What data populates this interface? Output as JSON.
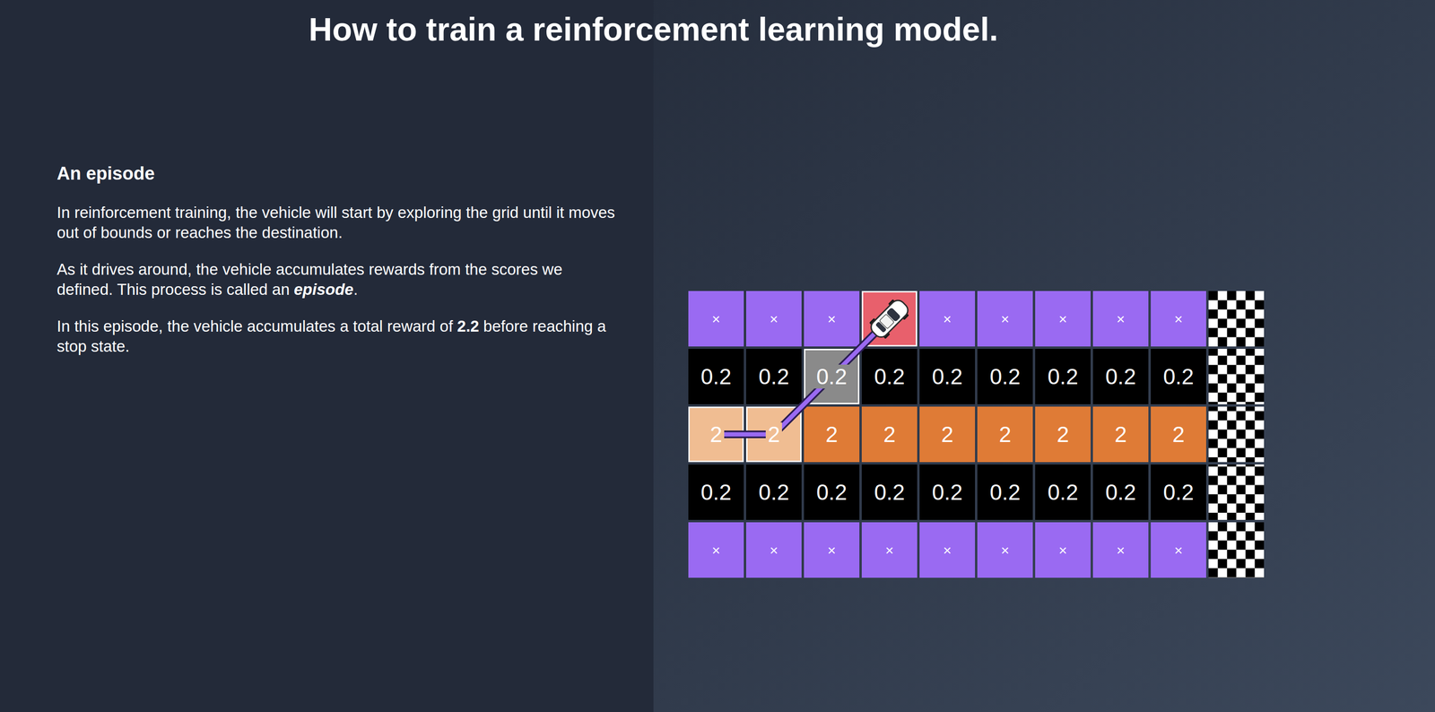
{
  "diagram": {
    "title": "How to train a reinforcement learning model.",
    "nodes": [
      {
        "text": [
          "×"
        ]
      },
      {
        "text": [
          "×"
        ]
      },
      {
        "text": [
          "×"
        ]
      },
      {
        "text": [
          "×"
        ]
      },
      {
        "text": [
          "×"
        ]
      },
      {
        "text": [
          "×"
        ]
      },
      {
        "text": [
          "×"
        ]
      },
      {
        "text": [
          "×"
        ]
      },
      {
        "text": [
          "0.2"
        ]
      },
      {
        "text": [
          "0.2"
        ]
      },
      {
        "text": [
          "0.2"
        ]
      },
      {
        "text": [
          "0.2"
        ]
      },
      {
        "text": [
          "0.2"
        ]
      },
      {
        "text": [
          "0.2"
        ]
      },
      {
        "text": [
          "0.2"
        ]
      },
      {
        "text": [
          "0.2"
        ]
      },
      {
        "text": [
          "0.2"
        ]
      },
      {
        "text": [
          "2"
        ]
      },
      {
        "text": [
          "2"
        ]
      },
      {
        "text": [
          "2"
        ]
      },
      {
        "text": [
          "2"
        ]
      },
      {
        "text": [
          "2"
        ]
      },
      {
        "text": [
          "2"
        ]
      },
      {
        "text": [
          "2"
        ]
      },
      {
        "text": [
          "2"
        ]
      },
      {
        "text": [
          "2"
        ]
      },
      {
        "text": [
          "0.2"
        ]
      },
      {
        "text": [
          "0.2"
        ]
      },
      {
        "text": [
          "0.2"
        ]
      },
      {
        "text": [
          "0.2"
        ]
      },
      {
        "text": [
          "0.2"
        ]
      },
      {
        "text": [
          "0.2"
        ]
      },
      {
        "text": [
          "0.2"
        ]
      },
      {
        "text": [
          "0.2"
        ]
      },
      {
        "text": [
          "0.2"
        ]
      },
      {
        "text": [
          "×"
        ]
      },
      {
        "text": [
          "×"
        ]
      },
      {
        "text": [
          "×"
        ]
      },
      {
        "text": [
          "×"
        ]
      },
      {
        "text": [
          "×"
        ]
      },
      {
        "text": [
          "×"
        ]
      },
      {
        "text": [
          "×"
        ]
      },
      {
        "text": [
          "×"
        ]
      },
      {
        "text": [
          "×"
        ]
      }
    ],
    "labels": [
      "An episode",
      "In reinforcement training, the vehicle will start by exploring the grid until it moves out of bounds or reaches the destination.",
      "As it drives around, the vehicle accumulates rewards from the scores we defined. This process is called an",
      "episode",
      ".",
      "In this episode, the vehicle accumulates a total reward of",
      "2.2",
      "before reaching a stop state."
    ]
  }
}
